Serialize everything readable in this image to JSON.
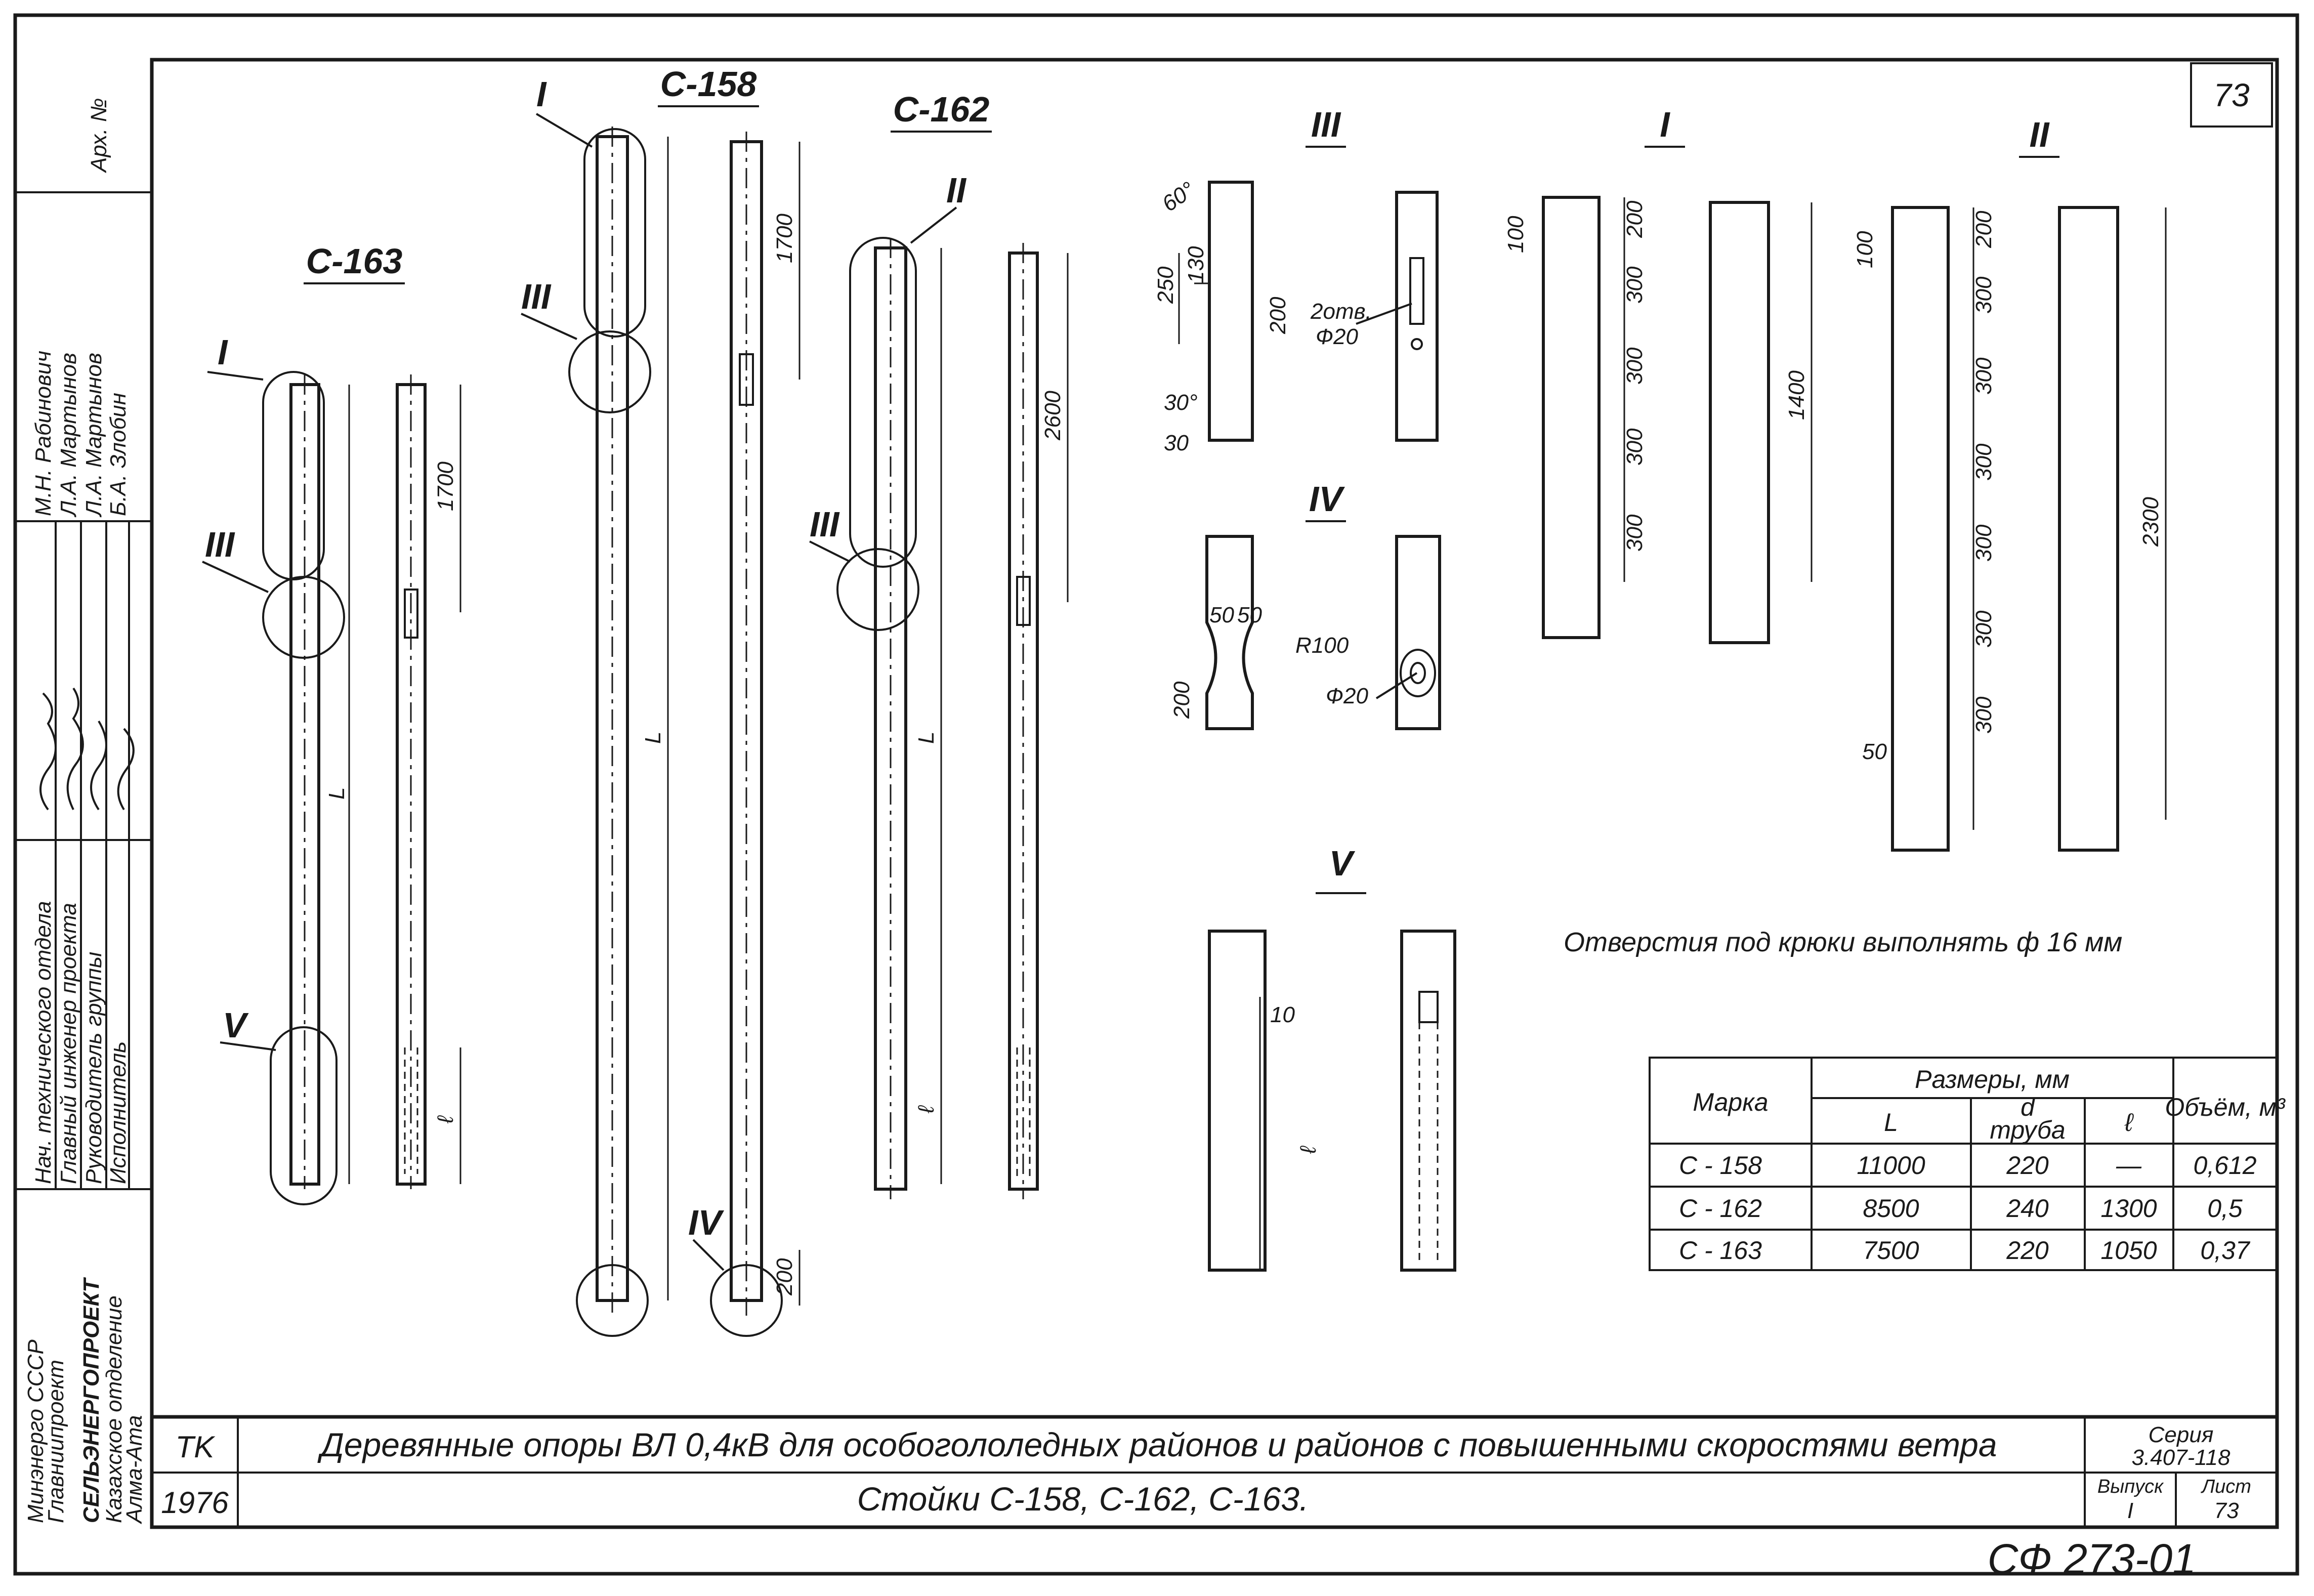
{
  "sheet": {
    "page_number": "73",
    "series_title": "Серия",
    "series_number": "3.407-118",
    "issue_label": "Выпуск",
    "issue_value": "I",
    "sheet_label": "Лист",
    "sheet_value": "73",
    "code": "TK",
    "year": "1976",
    "title": "Деревянные опоры ВЛ 0,4кВ для особогололедных районов и районов с повышенными скоростями ветра",
    "subtitle": "Стойки С-158, С-162, С-163.",
    "archive_code": "СФ 273-01"
  },
  "stamp": {
    "arch_label": "Арх. №",
    "roles": [
      "Нач. технического отдела",
      "Главный инженер проекта",
      "Руководитель группы",
      "Исполнитель"
    ],
    "names": [
      "М.Н. Рабинович",
      "Л.А. Мартынов",
      "Л.А. Мартынов",
      "Б.А. Злобин"
    ],
    "org": [
      "Минэнерго СССР",
      "Главниипроект",
      "СЕЛЬЭНЕРГОПРОЕКТ",
      "Казахское отделение",
      "Алма-Ата"
    ]
  },
  "drawings": {
    "pole_labels": [
      "С-163",
      "С-158",
      "С-162"
    ],
    "detail_labels": [
      "I",
      "II",
      "III",
      "IV",
      "V"
    ],
    "length_symbol": "L",
    "end_symbol": "ℓ",
    "dims_c163": {
      "top": "1700"
    },
    "dims_c158": {
      "top": "1700",
      "bottom": "200"
    },
    "dims_c162": {
      "top": "2600"
    },
    "detail_III": {
      "angle_top": "60°",
      "d250": "250",
      "d130": "130",
      "d200": "200",
      "angle_bottom": "30°",
      "d30": "30",
      "holes": "2отв.",
      "hole_d": "Ф20"
    },
    "detail_IV": {
      "d50a": "50",
      "d50b": "50",
      "radius": "R100",
      "d200": "200",
      "hole_d": "Ф20"
    },
    "detail_V": {
      "d10": "10",
      "len": "ℓ"
    },
    "detail_I": {
      "d100": "100",
      "spacings": [
        "200",
        "300",
        "300",
        "300",
        "300"
      ],
      "total": "1400"
    },
    "detail_II": {
      "d100": "100",
      "spacings": [
        "200",
        "300",
        "300",
        "300",
        "300",
        "300",
        "300"
      ],
      "d50": "50",
      "total": "2300"
    },
    "note": "Отверстия под крюки выполнять ф 16 мм"
  },
  "table": {
    "headers": {
      "mark": "Марка",
      "sizes": "Размеры, мм",
      "L": "L",
      "d": "d",
      "d_sub": "труба",
      "l": "ℓ",
      "volume": "Объём, м³"
    },
    "rows": [
      {
        "mark": "С - 158",
        "L": "11000",
        "d": "220",
        "l": "—",
        "v": "0,612"
      },
      {
        "mark": "С - 162",
        "L": "8500",
        "d": "240",
        "l": "1300",
        "v": "0,5"
      },
      {
        "mark": "С - 163",
        "L": "7500",
        "d": "220",
        "l": "1050",
        "v": "0,37"
      }
    ]
  }
}
